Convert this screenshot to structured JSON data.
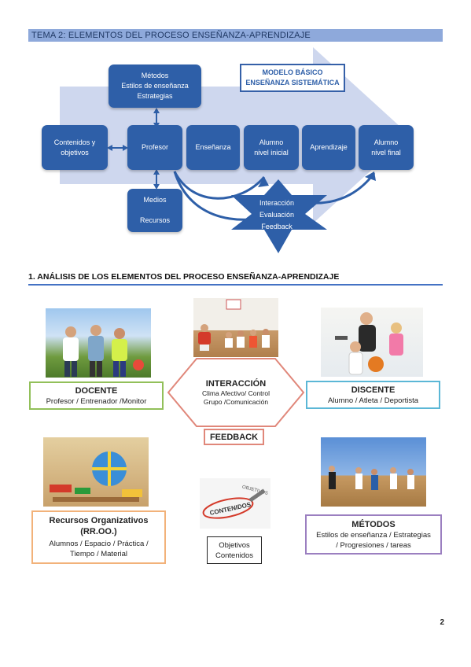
{
  "header": {
    "title": "TEMA 2: ELEMENTOS DEL PROCESO ENSEÑANZA-APRENDIZAJE"
  },
  "diagram": {
    "model_title": "MODELO BÁSICO\nENSEÑANZA SISTEMÁTICA",
    "metodos": "Métodos\nEstilos de enseñanza\nEstrategias",
    "contenidos": "Contenidos y\nobjetivos",
    "profesor": "Profesor",
    "ensenanza": "Enseñanza",
    "alumno_inicial": "Alumno\nnivel inicial",
    "aprendizaje": "Aprendizaje",
    "alumno_final": "Alumno\nnivel final",
    "medios": "Medios\n\nRecursos",
    "interaccion": "Interacción\nEvaluación\nFeedback",
    "colors": {
      "box": "#2e5fa8",
      "arrow_bg": "#c9d3ec",
      "star": "#2e5fa8"
    }
  },
  "section": {
    "title": "1.  ANÁLISIS DE LOS ELEMENTOS DEL PROCESO ENSEÑANZA-APRENDIZAJE"
  },
  "elements": {
    "docente": {
      "title": "DOCENTE",
      "text": "Profesor / Entrenador /Monitor",
      "color": "#92c05a"
    },
    "interaccion": {
      "title": "INTERACCIÓN",
      "text": "Clima Afectivo/ Control\nGrupo /Comunicación"
    },
    "discente": {
      "title": "DISCENTE",
      "text": "Alumno / Atleta / Deportista",
      "color": "#5bb7d6"
    },
    "feedback": {
      "title": "FEEDBACK",
      "color": "#e0877a"
    },
    "recursos": {
      "title": "Recursos Organizativos\n(RR.OO.)",
      "text": "Alumnos / Espacio / Práctica /\nTiempo / Material",
      "color": "#f2b27a"
    },
    "objetivos": {
      "text": "Objetivos\nContenidos"
    },
    "contenidos_img": {
      "word": "CONTENIDOS",
      "word2": "OBJETIVOS"
    },
    "metodos": {
      "title": "MÉTODOS",
      "text": "Estilos de enseñanza / Estrategias\n/ Progresiones / tareas",
      "color": "#9b7fc0"
    }
  },
  "page_number": "2"
}
